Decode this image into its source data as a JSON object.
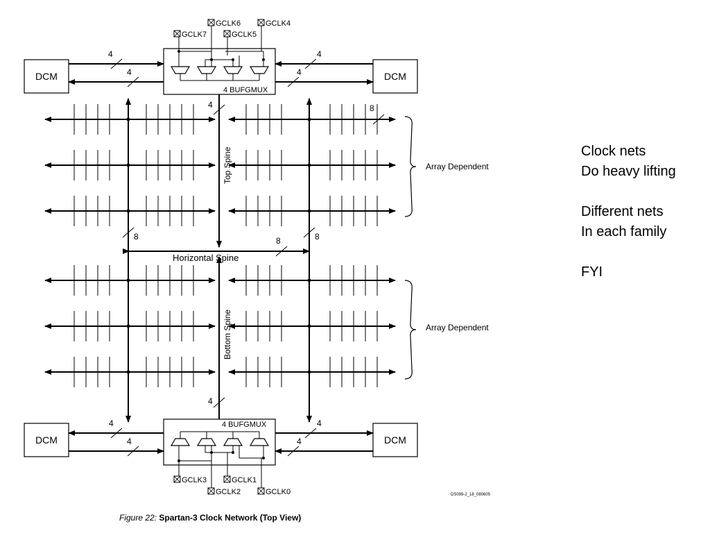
{
  "diagram": {
    "dcm_label": "DCM",
    "bufgmux_label": "4 BUFGMUX",
    "top_gclks": [
      "GCLK6",
      "GCLK4",
      "GCLK7",
      "GCLK5"
    ],
    "bottom_gclks": [
      "GCLK3",
      "GCLK1",
      "GCLK2",
      "GCLK0"
    ],
    "bus_widths": {
      "four": "4",
      "eight": "8"
    },
    "top_spine_label": "Top Spine",
    "bottom_spine_label": "Bottom Spine",
    "horizontal_spine_label": "Horizontal Spine",
    "array_dependent_label": "Array Dependent",
    "doc_id": "DS099-2_18_080605",
    "caption_prefix": "Figure 22:",
    "caption_title": "Spartan-3 Clock Network (Top View)"
  },
  "notes": {
    "line1": "Clock nets",
    "line2": "Do heavy lifting",
    "line3": "Different nets",
    "line4": "In each family",
    "line5": "FYI"
  }
}
